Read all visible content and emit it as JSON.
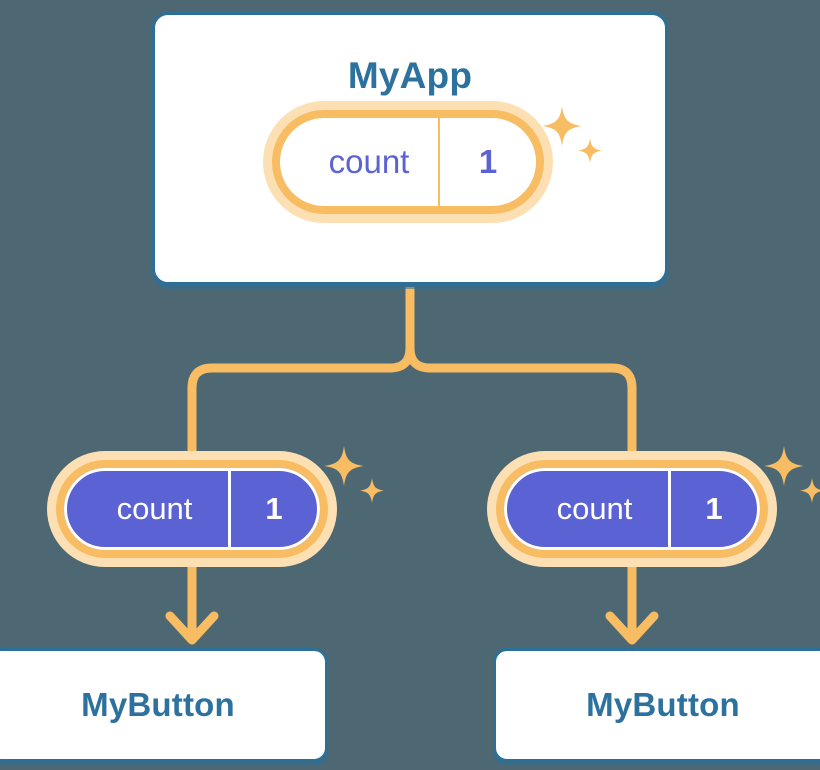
{
  "diagram": {
    "title": "MyApp component tree with shared count state",
    "background_color": "#4d6873"
  },
  "palette": {
    "background": "#4d6873",
    "card_border": "#2c7099",
    "card_text": "#2d719e",
    "pill_border": "#f8bd63",
    "pill_halo": "#fce0b4",
    "pill_fill": "#5b62d4",
    "pill_text_outline": "#5b62d4",
    "pill_text_filled": "#ffffff",
    "connector": "#f8bd63"
  },
  "app_card": {
    "title": "MyApp",
    "state_pill": {
      "key": "count",
      "value": "1",
      "style": "outline"
    },
    "sparkles": {
      "name": "sparkle-cluster",
      "count": 2
    }
  },
  "children": [
    {
      "id": "left",
      "state_pill": {
        "key": "count",
        "value": "1",
        "style": "filled"
      },
      "sparkles": {
        "name": "sparkle-cluster",
        "count": 2
      },
      "button": {
        "label": "MyButton"
      }
    },
    {
      "id": "right",
      "state_pill": {
        "key": "count",
        "value": "1",
        "style": "filled"
      },
      "sparkles": {
        "name": "sparkle-cluster",
        "count": 2
      },
      "button": {
        "label": "MyButton"
      }
    }
  ],
  "connectors": {
    "trunk": "vertical-line-from-app-card",
    "branch_left": "elbow-to-left-child",
    "branch_right": "elbow-to-right-child",
    "arrow_left": "arrow-down-to-left-button",
    "arrow_right": "arrow-down-to-right-button"
  }
}
